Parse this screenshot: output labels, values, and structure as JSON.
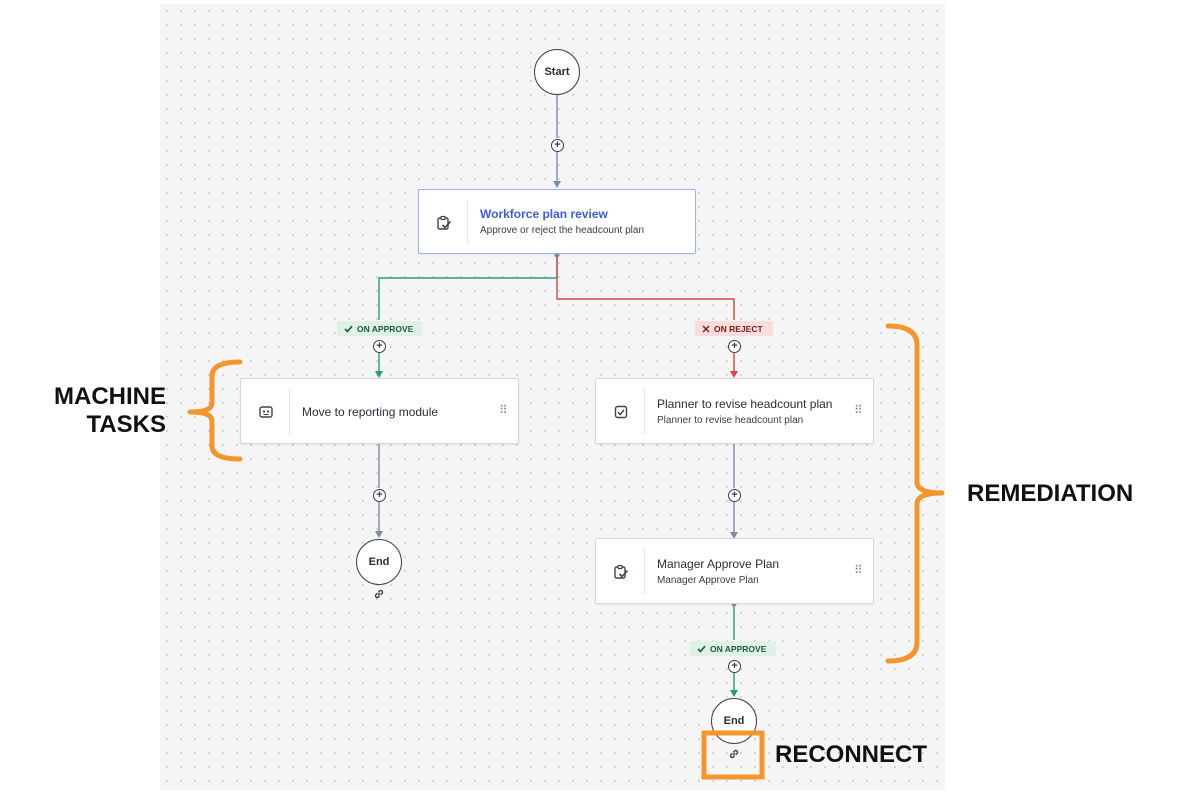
{
  "canvas": {
    "background": "#f5f5f6",
    "dot_color": "#c9cbd1"
  },
  "colors": {
    "approve_line": "#2a9d78",
    "reject_line": "#d64545",
    "neutral_line": "#7d8aa8",
    "annotation": "#f5952e"
  },
  "nodes": {
    "start": {
      "label": "Start"
    },
    "review": {
      "title": "Workforce plan review",
      "subtitle": "Approve or reject the headcount plan",
      "icon": "approval-clipboard-icon"
    },
    "move": {
      "title": "Move to reporting module",
      "icon": "robot-icon"
    },
    "planner": {
      "title": "Planner to revise headcount plan",
      "subtitle": "Planner to revise headcount plan",
      "icon": "task-check-icon"
    },
    "manager": {
      "title": "Manager Approve Plan",
      "subtitle": "Manager Approve Plan",
      "icon": "approval-clipboard-icon"
    },
    "end_left": {
      "label": "End"
    },
    "end_right": {
      "label": "End"
    }
  },
  "badges": {
    "on_approve_left": "ON APPROVE",
    "on_reject": "ON REJECT",
    "on_approve_right": "ON APPROVE"
  },
  "annotations": {
    "machine_tasks_line1": "MACHINE",
    "machine_tasks_line2": "TASKS",
    "remediation": "REMEDIATION",
    "reconnect": "RECONNECT"
  }
}
